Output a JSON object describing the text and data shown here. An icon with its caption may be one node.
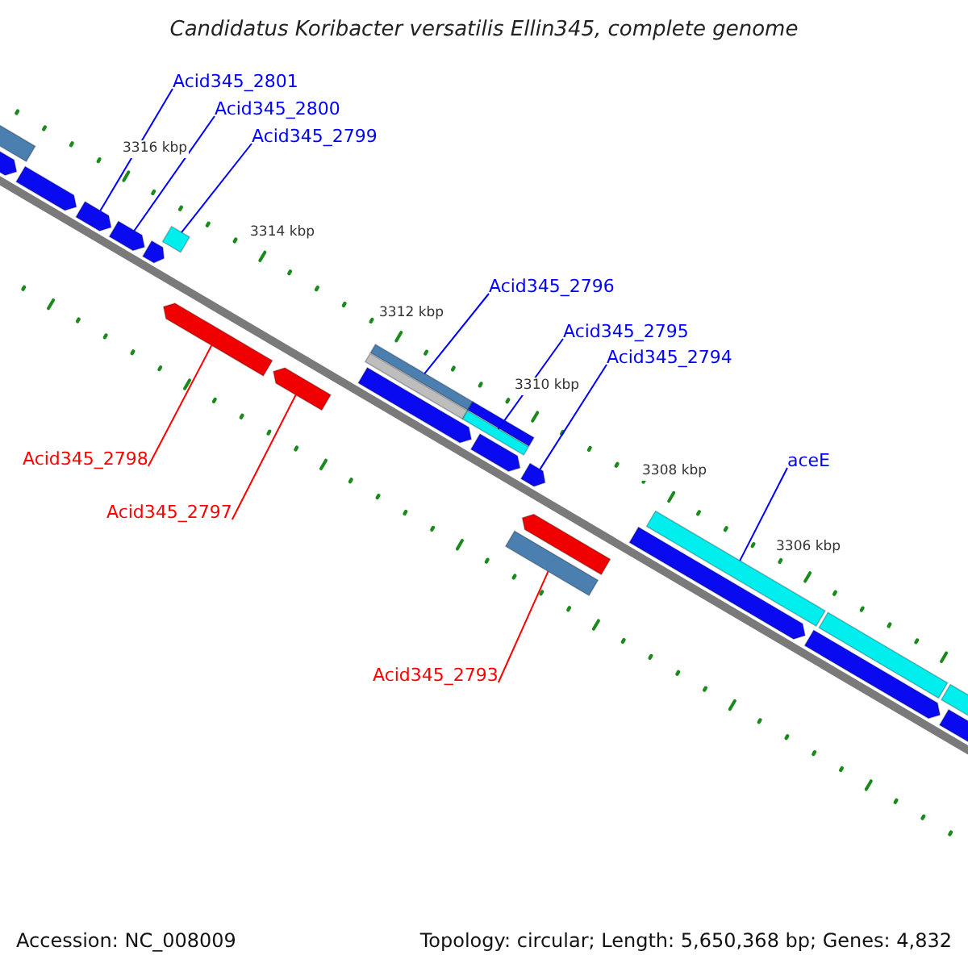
{
  "diagram": {
    "title": "Candidatus Koribacter versatilis Ellin345, complete genome",
    "nodes": [
      {
        "text": [
          "Acid345_2801"
        ]
      },
      {
        "text": [
          "Acid345_2800"
        ]
      },
      {
        "text": [
          "Acid345_2799"
        ]
      },
      {
        "text": [
          "Acid345_2796"
        ]
      },
      {
        "text": [
          "Acid345_2795"
        ]
      },
      {
        "text": [
          "Acid345_2794"
        ]
      },
      {
        "text": [
          "aceE"
        ]
      },
      {
        "text": [
          "Acid345_2798"
        ]
      },
      {
        "text": [
          "Acid345_2797"
        ]
      },
      {
        "text": [
          "Acid345_2793"
        ]
      },
      {
        "text": [],
        "shape": "bar"
      },
      {
        "text": [],
        "shape": "bar"
      },
      {
        "text": [],
        "shape": "bar"
      },
      {
        "text": [],
        "shape": "bar"
      },
      {
        "text": [],
        "shape": "bar"
      },
      {
        "text": [],
        "shape": "bar"
      },
      {
        "text": [],
        "shape": "bar"
      },
      {
        "text": [],
        "shape": "bar"
      },
      {
        "text": [],
        "shape": "bar"
      },
      {
        "text": [],
        "shape": "bar"
      },
      {
        "text": [],
        "shape": "bar"
      },
      {
        "text": [],
        "shape": "bar"
      },
      {
        "text": [],
        "shape": "bar"
      },
      {
        "text": [],
        "shape": "bar"
      },
      {
        "text": [],
        "shape": "bar"
      },
      {
        "text": [],
        "shape": "bar"
      },
      {
        "text": [],
        "shape": "bar"
      },
      {
        "text": [],
        "shape": "bar"
      },
      {
        "text": [],
        "shape": "bar"
      },
      {
        "text": [],
        "shape": "bar"
      },
      {
        "text": [],
        "shape": "bar"
      },
      {
        "text": [],
        "shape": "bar"
      },
      {
        "text": [],
        "shape": "bar"
      },
      {
        "text": [],
        "shape": "bar"
      }
    ],
    "edges": [
      {
        "from": 0,
        "to": 13,
        "arrow": "none"
      },
      {
        "from": 1,
        "to": 14,
        "arrow": "none"
      },
      {
        "from": 2,
        "to": 16,
        "arrow": "none"
      },
      {
        "from": 3,
        "to": 19,
        "arrow": "none"
      },
      {
        "from": 4,
        "to": 22,
        "arrow": "none"
      },
      {
        "from": 5,
        "to": 25,
        "arrow": "none"
      },
      {
        "from": 6,
        "to": 29,
        "arrow": "none"
      },
      {
        "from": 7,
        "to": 17,
        "arrow": "none",
        "color": "#ff0000"
      },
      {
        "from": 8,
        "to": 18,
        "arrow": "none",
        "color": "#ff0000"
      },
      {
        "from": 9,
        "to": 27,
        "arrow": "none",
        "color": "#ff0000"
      }
    ],
    "labels": [
      "3316 kbp",
      "3314 kbp",
      "3312 kbp",
      "3310 kbp",
      "3308 kbp",
      "3306 kbp",
      "Accession: NC_008009",
      "Topology: circular; Length: 5,650,368 bp; Genes: 4,832"
    ]
  }
}
